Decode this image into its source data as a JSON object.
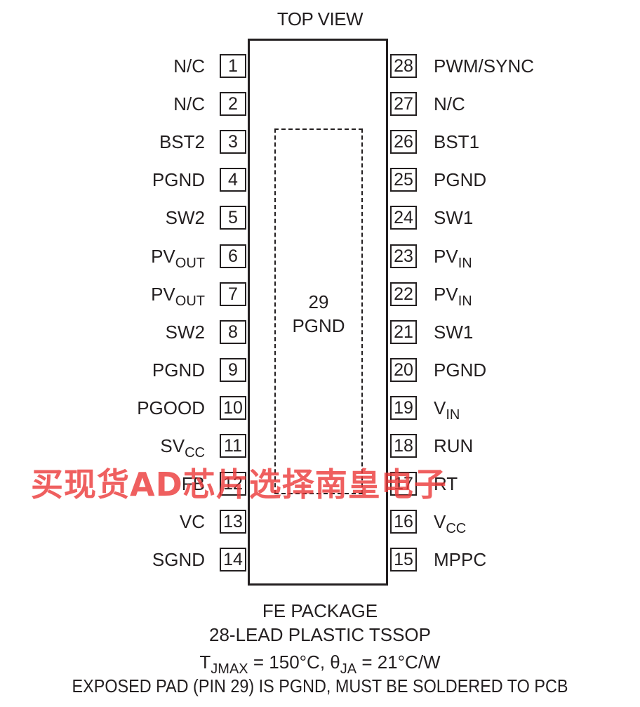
{
  "title": "TOP VIEW",
  "exposed_pad": {
    "number": "29",
    "name": "PGND"
  },
  "left_pins": [
    {
      "num": "1",
      "name": "N/C",
      "sub": ""
    },
    {
      "num": "2",
      "name": "N/C",
      "sub": ""
    },
    {
      "num": "3",
      "name": "BST2",
      "sub": ""
    },
    {
      "num": "4",
      "name": "PGND",
      "sub": ""
    },
    {
      "num": "5",
      "name": "SW2",
      "sub": ""
    },
    {
      "num": "6",
      "name": "PV",
      "sub": "OUT"
    },
    {
      "num": "7",
      "name": "PV",
      "sub": "OUT"
    },
    {
      "num": "8",
      "name": "SW2",
      "sub": ""
    },
    {
      "num": "9",
      "name": "PGND",
      "sub": ""
    },
    {
      "num": "10",
      "name": "PGOOD",
      "sub": ""
    },
    {
      "num": "11",
      "name": "SV",
      "sub": "CC"
    },
    {
      "num": "12",
      "name": "FB",
      "sub": ""
    },
    {
      "num": "13",
      "name": "VC",
      "sub": ""
    },
    {
      "num": "14",
      "name": "SGND",
      "sub": ""
    }
  ],
  "right_pins": [
    {
      "num": "28",
      "name": "PWM/SYNC",
      "sub": ""
    },
    {
      "num": "27",
      "name": "N/C",
      "sub": ""
    },
    {
      "num": "26",
      "name": "BST1",
      "sub": ""
    },
    {
      "num": "25",
      "name": "PGND",
      "sub": ""
    },
    {
      "num": "24",
      "name": "SW1",
      "sub": ""
    },
    {
      "num": "23",
      "name": "PV",
      "sub": "IN"
    },
    {
      "num": "22",
      "name": "PV",
      "sub": "IN"
    },
    {
      "num": "21",
      "name": "SW1",
      "sub": ""
    },
    {
      "num": "20",
      "name": "PGND",
      "sub": ""
    },
    {
      "num": "19",
      "name": "V",
      "sub": "IN"
    },
    {
      "num": "18",
      "name": "RUN",
      "sub": ""
    },
    {
      "num": "17",
      "name": "RT",
      "sub": ""
    },
    {
      "num": "16",
      "name": "V",
      "sub": "CC"
    },
    {
      "num": "15",
      "name": "MPPC",
      "sub": ""
    }
  ],
  "footer": {
    "package": "FE PACKAGE",
    "lead": "28-LEAD PLASTIC TSSOP",
    "thermal_t_symbol": "T",
    "thermal_t_sub": "JMAX",
    "thermal_t_value": " = 150°C, ",
    "thermal_theta_symbol": "θ",
    "thermal_theta_sub": "JA",
    "thermal_theta_value": " = 21°C/W",
    "note": "EXPOSED PAD (PIN 29) IS PGND, MUST BE SOLDERED TO PCB"
  },
  "watermark": "买现货AD芯片选择南皇电子",
  "colors": {
    "ink": "#231f20",
    "watermark": "#eb3c3c"
  }
}
